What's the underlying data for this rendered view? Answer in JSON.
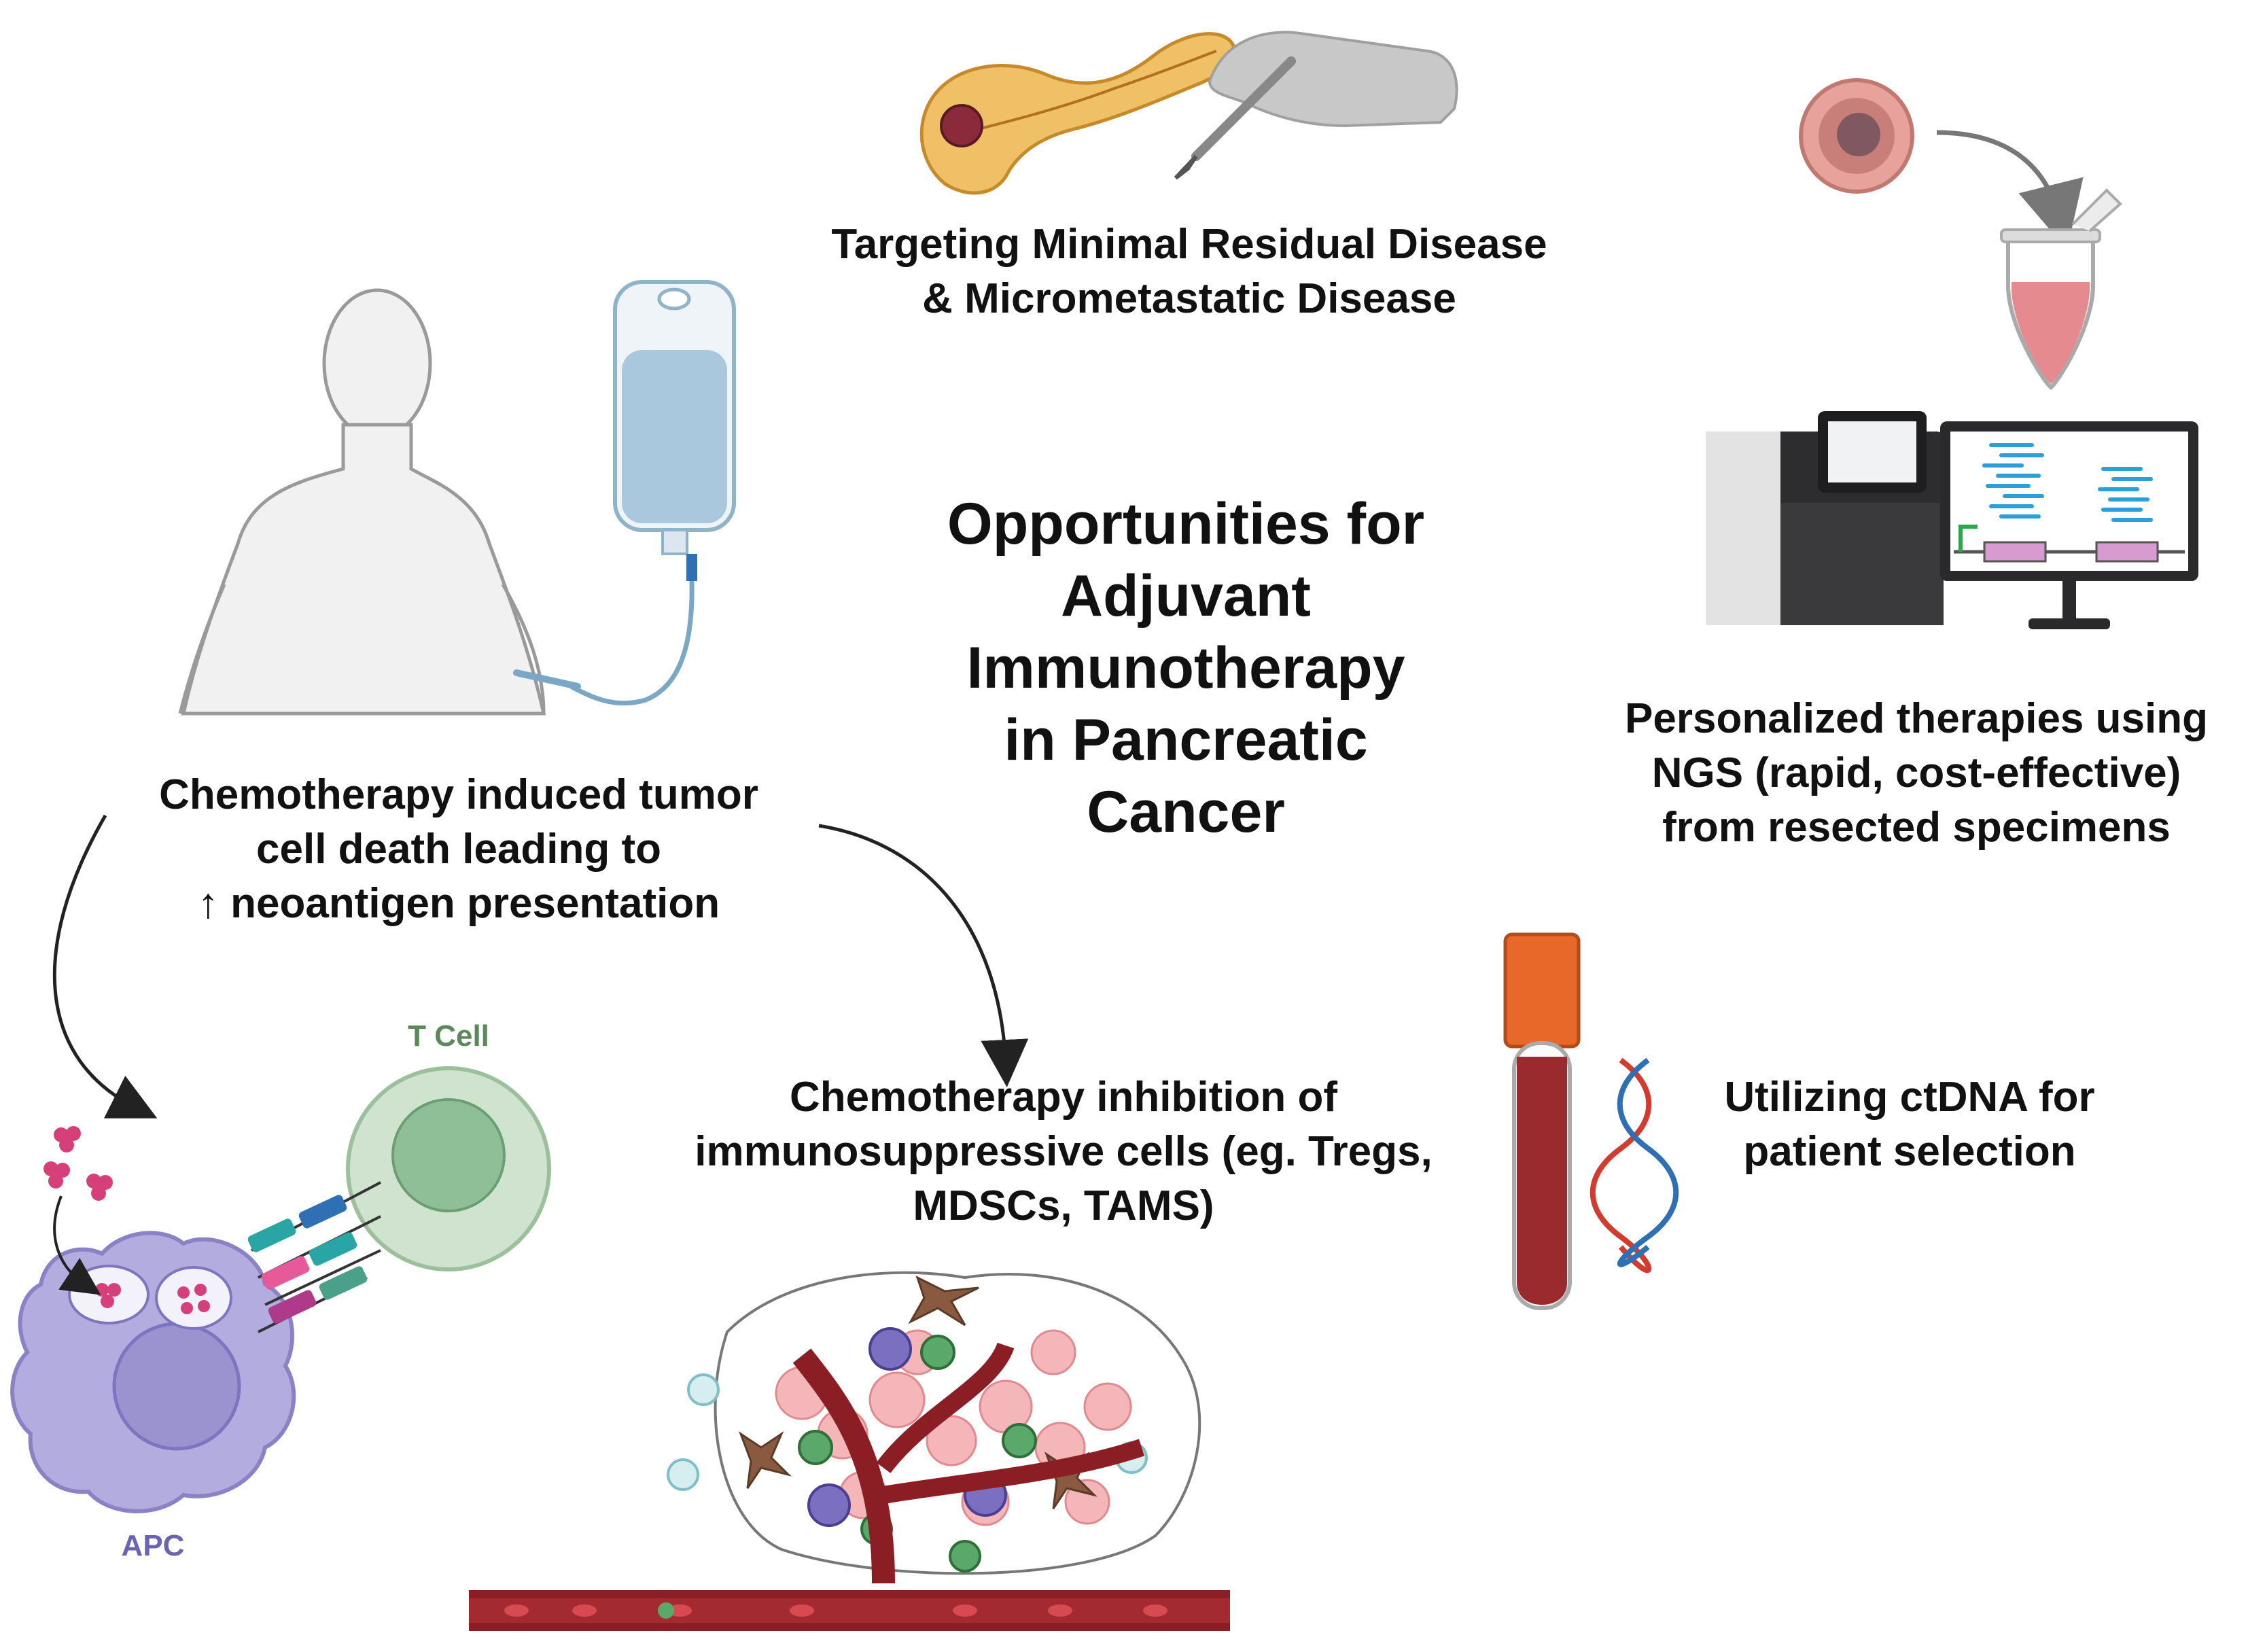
{
  "title": "Opportunities for\nAdjuvant\nImmunotherapy\nin Pancreatic\nCancer",
  "captions": {
    "mrd": "Targeting Minimal Residual Disease\n& Micrometastatic Disease",
    "ngs": "Personalized therapies using\nNGS (rapid, cost-effective)\nfrom resected specimens",
    "chemo_death": "Chemotherapy induced tumor\ncell death leading to\n↑ neoantigen presentation",
    "chemo_inhibit": "Chemotherapy inhibition of\nimmunosuppressive cells (eg. Tregs,\nMDSCs, TAMS)",
    "ctdna": "Utilizing ctDNA for\npatient selection"
  },
  "cell_labels": {
    "t_cell": "T Cell",
    "apc": "APC"
  },
  "colors": {
    "t_cell_label": "#5a8a5a",
    "apc_label": "#6a64b0",
    "blood": "#9b2a2e",
    "tube_cap": "#e8682a",
    "iv_fluid": "#a9c8de",
    "apc_body": "#b3addf",
    "t_cell_body": "#cfe3cf",
    "dna_red": "#d33b2f",
    "dna_blue": "#2f6fb3",
    "ngs_bars": "#2a9fd8"
  },
  "icons": [
    "pancreas-icon",
    "scalpel-hand-icon",
    "tumor-specimen-icon",
    "microtube-icon",
    "sequencer-icon",
    "monitor-icon",
    "patient-body-icon",
    "iv-bag-icon",
    "blood-tube-icon",
    "dna-helix-icon",
    "t-cell-icon",
    "apc-cell-icon",
    "tumor-microenvironment-icon"
  ]
}
